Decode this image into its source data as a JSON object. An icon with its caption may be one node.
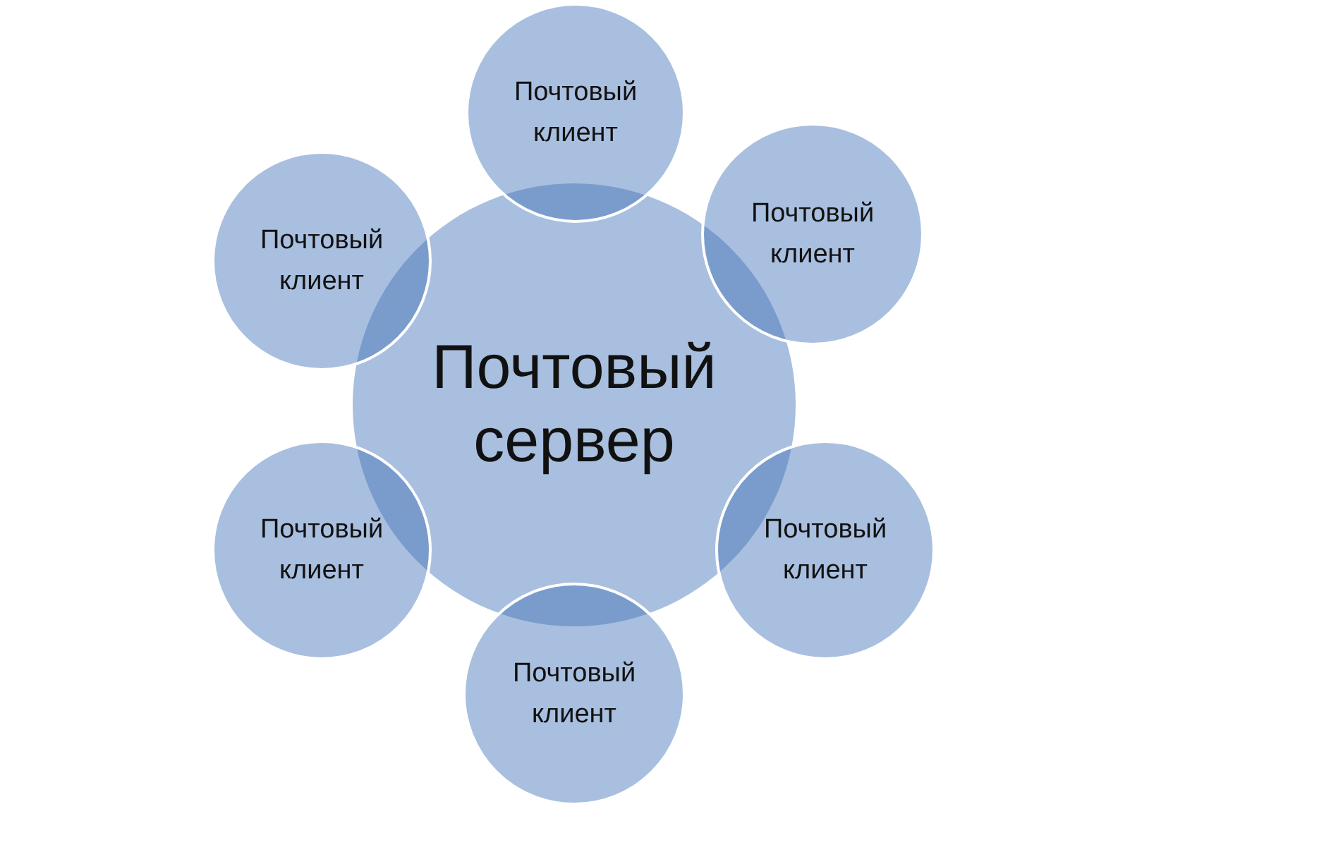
{
  "diagram": {
    "nodes": [
      {
        "text": [
          "Почтовый сервер"
        ]
      },
      {
        "text": [
          "Почтовый клиент"
        ]
      },
      {
        "text": [
          "Почтовый клиент"
        ]
      },
      {
        "text": [
          "Почтовый клиент"
        ]
      },
      {
        "text": [
          "Почтовый клиент"
        ]
      },
      {
        "text": [
          "Почтовый клиент"
        ]
      },
      {
        "text": [
          "Почтовый клиент"
        ]
      }
    ]
  }
}
